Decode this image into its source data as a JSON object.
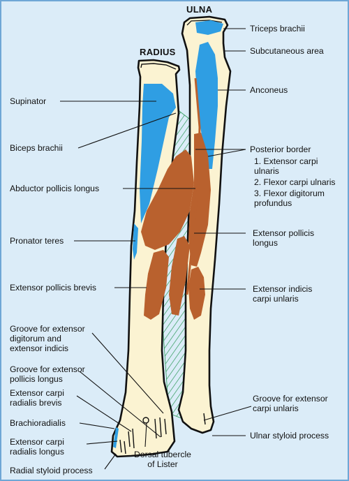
{
  "titles": {
    "ulna": "ULNA",
    "radius": "RADIUS"
  },
  "labels": {
    "triceps": "Triceps brachii",
    "subcutaneous": "Subcutaneous area",
    "anconeus": "Anconeus",
    "posterior_border": "Posterior border",
    "pb_item1": "1. Extensor carpi\n    ulnaris",
    "pb_item2": "2. Flexor carpi ulnaris",
    "pb_item3": "3. Flexor digitorum\n    profundus",
    "epl": "Extensor pollicis\nlongus",
    "eicu": "Extensor indicis\ncarpi unlaris",
    "groove_ecu": "Groove for extensor\ncarpi unlaris",
    "ulnar_styloid": "Ulnar styloid process",
    "supinator": "Supinator",
    "biceps": "Biceps brachii",
    "apl": "Abductor pollicis longus",
    "pronator": "Pronator teres",
    "epb": "Extensor pollicis brevis",
    "groove_edi": "Groove for extensor\ndigitorum and\nextensor indicis",
    "groove_epl": "Groove for extensor\npollicis longus",
    "ecrb": "Extensor carpi\nradialis brevis",
    "brachioradialis": "Brachioradialis",
    "ecrl": "Extensor carpi\nradialis longus",
    "radial_styloid": "Radial styloid process",
    "dorsal_tubercle": "Dorsal tubercle\nof Lister"
  },
  "colors": {
    "background": "#dbecf8",
    "frame": "#6fa7d6",
    "bone": "#fbf3d2",
    "muscle_blue": "#2f9ee3",
    "muscle_brown": "#b9612e",
    "membrane_green": "#2e9a58",
    "line": "#111111"
  }
}
